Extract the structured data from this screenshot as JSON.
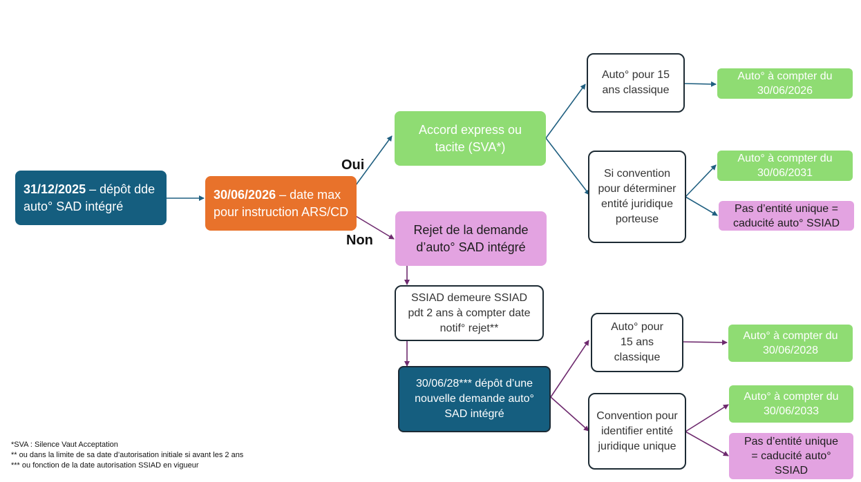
{
  "nodes": {
    "depot_2025": {
      "date": "31/12/2025",
      "text": " – dépôt dde auto° SAD intégré"
    },
    "instruction": {
      "date": "30/06/2026",
      "text": " – date max pour instruction ARS/CD"
    },
    "accord": "Accord express ou tacite (SVA*)",
    "rejet": "Rejet de la demande d’auto° SAD intégré",
    "auto15_a": "Auto° pour 15 ans classique",
    "auto2026": "Auto° à compter du 30/06/2026",
    "convention_a": "Si convention pour déterminer entité juridique porteuse",
    "auto2031": "Auto° à compter du 30/06/2031",
    "caducite_a": "Pas d’entité unique = caducité auto° SSIAD",
    "ssiad_demeure": "SSIAD demeure SSIAD pdt 2 ans à compter date notif° rejet**",
    "depot_2028": "30/06/28*** dépôt d’une nouvelle demande auto° SAD intégré",
    "auto15_b": "Auto° pour 15 ans classique",
    "auto2028": "Auto° à compter du 30/06/2028",
    "convention_b": "Convention pour identifier entité juridique unique",
    "auto2033": "Auto° à compter du 30/06/2033",
    "caducite_b": "Pas d’entité unique = caducité auto° SSIAD"
  },
  "labels": {
    "oui": "Oui",
    "non": "Non"
  },
  "notes": [
    "*SVA : Silence Vaut Acceptation",
    "** ou dans la limite de sa date d’autorisation initiale si avant les 2 ans",
    "*** ou fonction de la date autorisation SSIAD en vigueur"
  ],
  "colors": {
    "dark_blue": "#155e7f",
    "orange": "#e8722b",
    "green": "#8fdc73",
    "pink": "#e3a3e1",
    "arrow_blue": "#1f5f80",
    "arrow_purple": "#6e2a6e"
  }
}
